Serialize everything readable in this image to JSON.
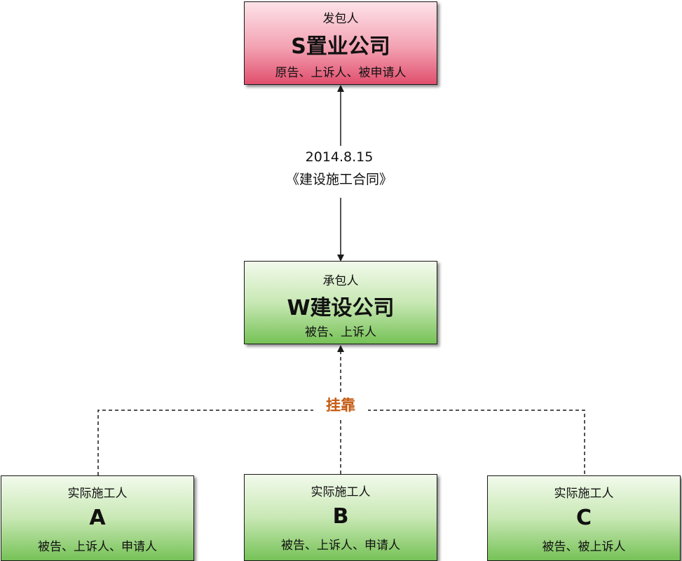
{
  "colors": {
    "top_box": "#e04f6d",
    "green_box": "#76c257",
    "hang_label": "#c55a11",
    "line": "#1a1a1a"
  },
  "owner": {
    "role": "发包人",
    "name": "S置业公司",
    "status": "原告、上诉人、被申请人"
  },
  "contract": {
    "date": "2014.8.15",
    "title": "《建设施工合同》"
  },
  "contractor": {
    "role": "承包人",
    "name": "W建设公司",
    "status": "被告、上诉人"
  },
  "hang_label": "挂靠",
  "builders": [
    {
      "role": "实际施工人",
      "name": "A",
      "status": "被告、上诉人、申请人"
    },
    {
      "role": "实际施工人",
      "name": "B",
      "status": "被告、上诉人、申请人"
    },
    {
      "role": "实际施工人",
      "name": "C",
      "status": "被告、被上诉人"
    }
  ]
}
